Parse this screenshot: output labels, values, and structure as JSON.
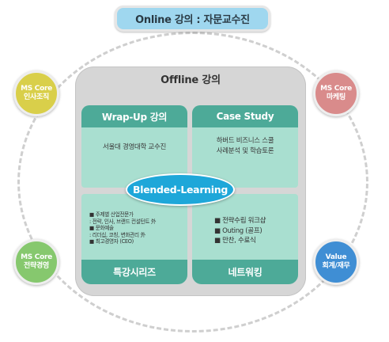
{
  "online": {
    "title": "Online 강의 : 자문교수진"
  },
  "offline": {
    "title": "Offline 강의"
  },
  "quadrants": {
    "wrap_up": {
      "title": "Wrap-Up 강의",
      "lines": [
        "서울대 경영대학 교수진"
      ]
    },
    "case_study": {
      "title": "Case Study",
      "lines": [
        "하버드 비즈니스 스쿨",
        "사례분석 및 학습토론"
      ]
    },
    "special": {
      "title": "특강시리즈",
      "items": [
        "■ 주제별 산업전문가",
        "  : 전략, 인사, 브랜드 컨설턴트 外",
        "■ 문화예술",
        "  : 리더십, 코칭, 변화관리 外",
        "■ 최고경영자 (CEO)"
      ]
    },
    "networking": {
      "title": "네트워킹",
      "items": [
        "■ 전략수립 워크샵",
        "■ Outing (골프)",
        "■ 만찬, 수료식"
      ]
    }
  },
  "center": {
    "label": "Blended-Learning"
  },
  "circles": [
    {
      "line1": "MS Core",
      "line2": "인사조직",
      "color": "#d9cf4a"
    },
    {
      "line1": "MS Core",
      "line2": "마케팅",
      "color": "#d98b8b"
    },
    {
      "line1": "MS Core",
      "line2": "전략경영",
      "color": "#86c86e"
    },
    {
      "line1": "Value",
      "line2": "회계/재무",
      "color": "#3f8ed4"
    }
  ],
  "colors": {
    "header_teal": "#4daa98",
    "quadrant_mint": "#a9dfd0",
    "panel_grey": "#d6d6d6",
    "banner_blue": "#9fd7ef",
    "center_blue": "#1ea7d9"
  }
}
